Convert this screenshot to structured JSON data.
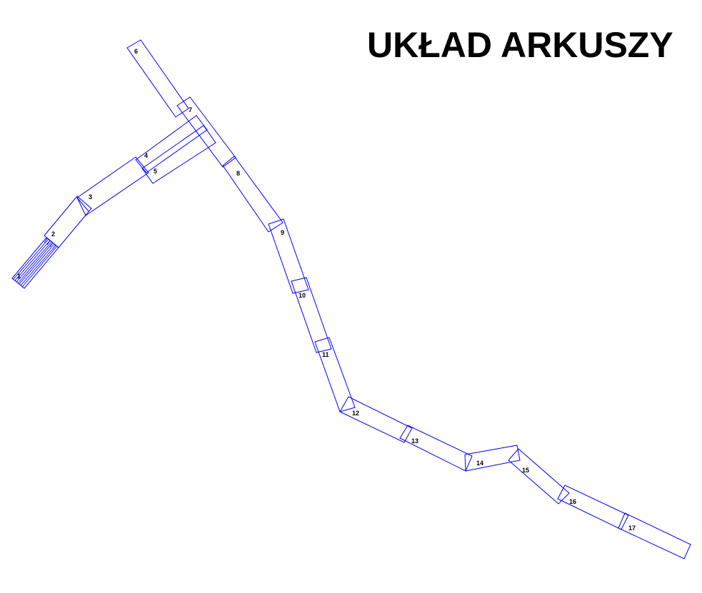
{
  "title": "UKŁAD ARKUSZY",
  "colors": {
    "outline": "#0000ee",
    "text": "#000000",
    "background": "#ffffff"
  },
  "sheets": [
    {
      "number": "1",
      "label": "1"
    },
    {
      "number": "2",
      "label": "2"
    },
    {
      "number": "3",
      "label": "3"
    },
    {
      "number": "4",
      "label": "4"
    },
    {
      "number": "5",
      "label": "5"
    },
    {
      "number": "6",
      "label": "6"
    },
    {
      "number": "7",
      "label": "7"
    },
    {
      "number": "8",
      "label": "8"
    },
    {
      "number": "9",
      "label": "9"
    },
    {
      "number": "10",
      "label": "10"
    },
    {
      "number": "11",
      "label": "11"
    },
    {
      "number": "12",
      "label": "12"
    },
    {
      "number": "13",
      "label": "13"
    },
    {
      "number": "14",
      "label": "14"
    },
    {
      "number": "15",
      "label": "15"
    },
    {
      "number": "16",
      "label": "16"
    },
    {
      "number": "17",
      "label": "17"
    }
  ]
}
